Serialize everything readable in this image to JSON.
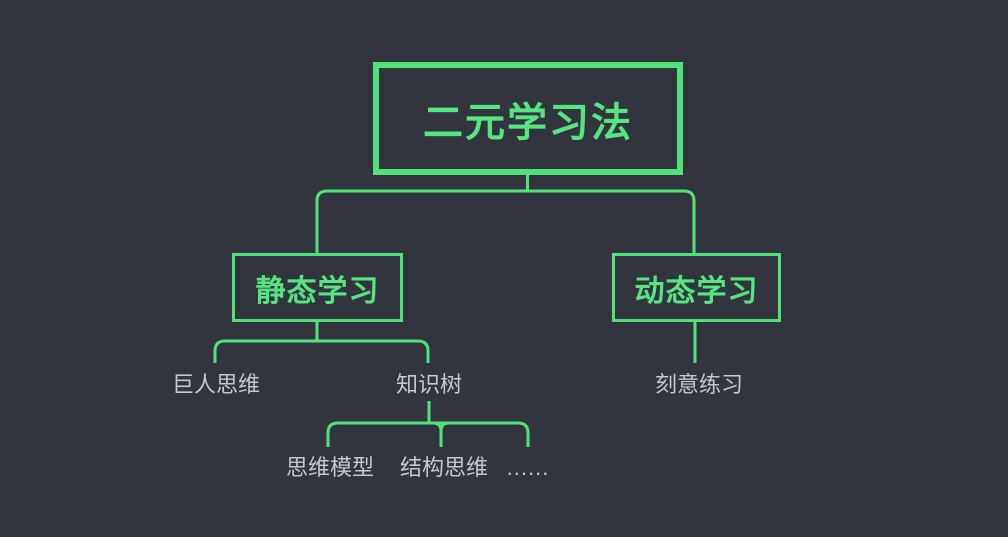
{
  "colors": {
    "background": "#32343e",
    "accent_green": "#50e37a",
    "topic_text_green": "#55e581",
    "leaf_text_gray": "#c7c8cd"
  },
  "nodes": {
    "root": "二元学习法",
    "static_learning": "静态学习",
    "dynamic_learning": "动态学习",
    "giant_thinking": "巨人思维",
    "knowledge_tree": "知识树",
    "deliberate_practice": "刻意练习",
    "thinking_models": "思维模型",
    "structural_thinking": "结构思维",
    "more_ellipsis": "......"
  }
}
